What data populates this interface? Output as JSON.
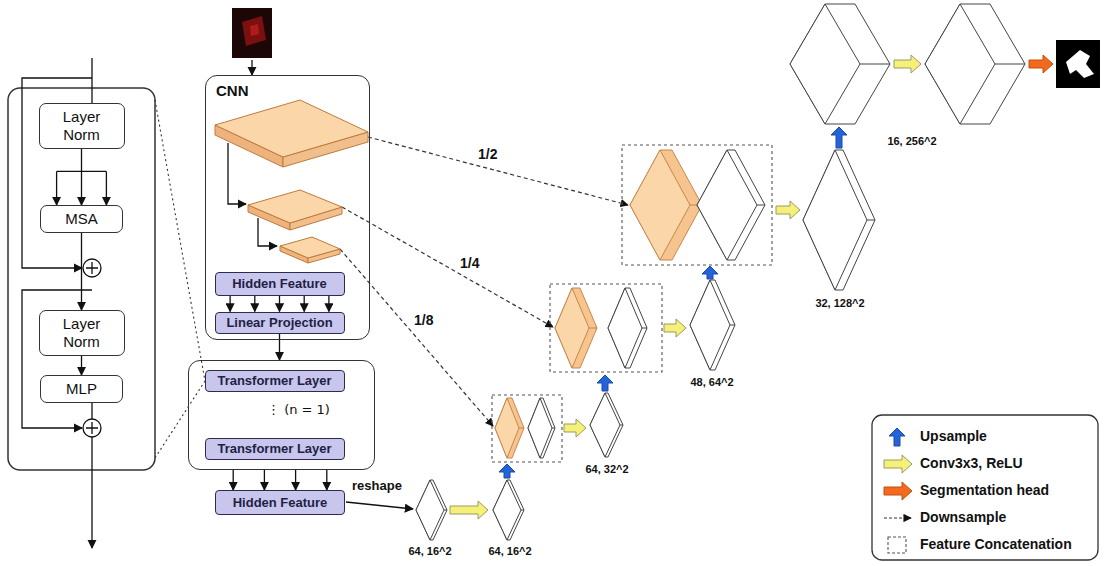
{
  "diagram": {
    "nodes": [
      {
        "text": [
          "Layer Norm"
        ]
      },
      {
        "text": [
          "MSA"
        ]
      },
      {
        "text": [
          "Layer Norm"
        ]
      },
      {
        "text": [
          "MLP"
        ]
      },
      {
        "text": [
          "CNN"
        ]
      },
      {
        "text": [
          "Hidden Feature"
        ],
        "in": 4
      },
      {
        "text": [
          "Linear Projection"
        ],
        "in": 4
      },
      {
        "text": [
          "⋮ (n = 1)"
        ]
      },
      {
        "text": [
          "Transformer Layer"
        ],
        "in": 7
      },
      {
        "text": [
          "Transformer Layer"
        ],
        "in": 7
      },
      {
        "text": [
          "Hidden Feature"
        ]
      }
    ],
    "edges": [
      {
        "from": 0,
        "to": 1,
        "arrow": "to"
      },
      {
        "from": 1,
        "to": 2,
        "arrow": "to"
      },
      {
        "from": 2,
        "to": 3,
        "arrow": "to"
      },
      {
        "from": 5,
        "to": 6,
        "arrow": "to"
      },
      {
        "from": 6,
        "to": 7,
        "arrow": "to"
      },
      {
        "from": 7,
        "to": 10,
        "arrow": "to"
      }
    ],
    "labels": [
      "reshape",
      "1/2",
      "1/4",
      "1/8",
      "64, 16^2",
      "64, 16^2",
      "64, 32^2",
      "48, 64^2",
      "32, 128^2",
      "16, 256^2"
    ],
    "legend": [
      {
        "text": "Upsample"
      },
      {
        "text": "Conv3x3, ReLU"
      },
      {
        "text": "Segmentation head"
      },
      {
        "text": "Downsample"
      },
      {
        "text": "Feature Concatenation"
      }
    ]
  }
}
